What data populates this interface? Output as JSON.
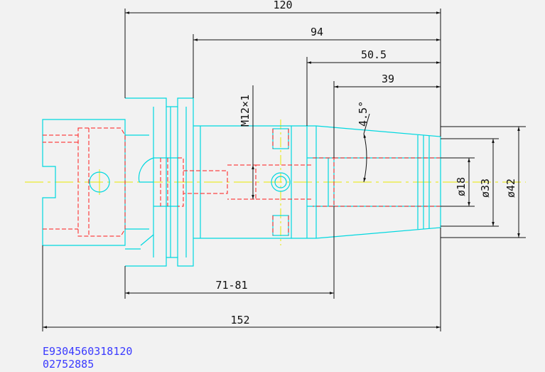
{
  "colors": {
    "background": "#f2f2f2",
    "outline": "#00d8e0",
    "hidden": "#ff1a1a",
    "center": "#e8e800",
    "dimension": "#111111",
    "code": "#3a3aff"
  },
  "dimensions": {
    "total_upper": "120",
    "upper_94": "94",
    "upper_50_5": "50.5",
    "upper_39": "39",
    "taper_angle": "4.5°",
    "thread": "M12×1",
    "diameter_18": "ø18",
    "diameter_33": "ø33",
    "diameter_42": "ø42",
    "adjust_range": "71-81",
    "total_lower": "152"
  },
  "codes": {
    "part_code": "E9304560318120",
    "item_code": "02752885"
  }
}
